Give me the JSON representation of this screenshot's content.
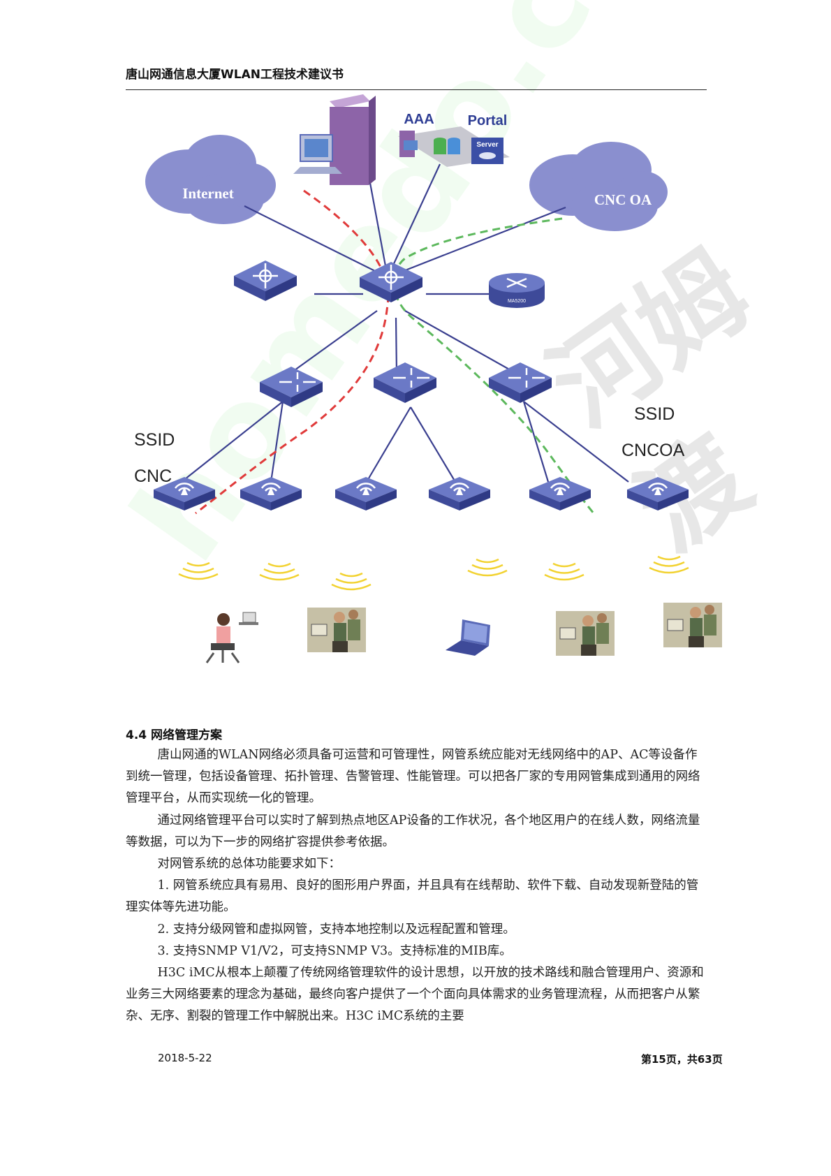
{
  "header": {
    "title": "唐山网通信息大厦WLAN工程技术建议书"
  },
  "diagram": {
    "labels": {
      "internet": "Internet",
      "cnc_oa": "CNC OA",
      "aaa": "AAA",
      "portal": "Portal",
      "server": "Server",
      "ma5200": "MA5200",
      "ssid_left_1": "SSID",
      "ssid_left_2": "CNC",
      "ssid_right_1": "SSID",
      "ssid_right_2": "CNCOA"
    },
    "colors": {
      "cloud": "#8a8fcf",
      "device": "#5a6ab8",
      "link": "#3a3f8f",
      "red_path": "#e03a3a",
      "green_path": "#5cb85c",
      "signal": "#f2d230"
    }
  },
  "section": {
    "heading": "4.4 网络管理方案",
    "paragraphs": [
      {
        "text": "唐山网通的WLAN网络必须具备可运营和可管理性，网管系统应能对无线网络中的AP、AC等设备作到统一管理，包括设备管理、拓扑管理、告警管理、性能管理。可以把各厂家的专用网管集成到通用的网络管理平台，从而实现统一化的管理。"
      },
      {
        "text": "通过网络管理平台可以实时了解到热点地区AP设备的工作状况，各个地区用户的在线人数，网络流量等数据，可以为下一步的网络扩容提供参考依据。"
      },
      {
        "text": "对网管系统的总体功能要求如下："
      },
      {
        "text": "1. 网管系统应具有易用、良好的图形用户界面，并且具有在线帮助、软件下载、自动发现新登陆的管理实体等先进功能。"
      },
      {
        "text": "2. 支持分级网管和虚拟网管，支持本地控制以及远程配置和管理。"
      },
      {
        "text": "3. 支持SNMP V1/V2，可支持SNMP V3。支持标准的MIB库。"
      },
      {
        "text": "H3C iMC从根本上颠覆了传统网络管理软件的设计思想，以开放的技术路线和融合管理用户、资源和业务三大网络要素的理念为基础，最终向客户提供了一个个面向具体需求的业务管理流程，从而把客户从繁杂、无序、割裂的管理工作中解脱出来。H3C iMC系统的主要"
      }
    ]
  },
  "footer": {
    "date": "2018-5-22",
    "page": "第15页，共63页"
  },
  "watermark": {
    "text_1": "河姆渡",
    "text_2": "homedo.com"
  }
}
